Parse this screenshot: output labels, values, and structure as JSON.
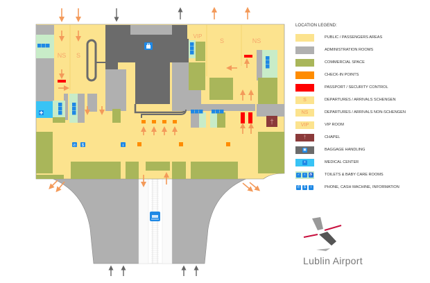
{
  "legend": {
    "title": "LOCATION LEGEND:",
    "items": [
      {
        "label": "PUBLIC / PASSENGERS AREAS",
        "color": "#fce38e",
        "mark": ""
      },
      {
        "label": "ADMINISTRATION ROOMS",
        "color": "#b0b0b0",
        "mark": ""
      },
      {
        "label": "COMMERCIAL SPACE",
        "color": "#a9b65a",
        "mark": ""
      },
      {
        "label": "CHECK-IN POINTS",
        "color": "#ff8c00",
        "mark": ""
      },
      {
        "label": "PASSPORT / SECURITY CONTROL",
        "color": "#ff0000",
        "mark": ""
      },
      {
        "label": "DEPARTURES / ARRIVALS SCHENGEN",
        "color": "#fce38e",
        "mark": "S"
      },
      {
        "label": "DEPARTURES / ARRIVALS NON-SCHENGEN",
        "color": "#fce38e",
        "mark": "NS"
      },
      {
        "label": "VIP ROOM",
        "color": "#fce38e",
        "mark": "VIP"
      },
      {
        "label": "CHAPEL",
        "color": "#8b3a3a",
        "mark": "†"
      },
      {
        "label": "BAGGAGE HANDLING",
        "color": "#6b6b6b",
        "mark": "bag"
      },
      {
        "label": "MEDICAL CENTER",
        "color": "#38c3f5",
        "mark": "+"
      },
      {
        "label": "TOILETS & BABY CARE ROOMS",
        "color": "#c8ecc8",
        "mark": "wc"
      },
      {
        "label": "PHONE, CASH MACHINE, INFORMATION",
        "color": "#ffffff",
        "mark": "info"
      }
    ]
  },
  "map": {
    "zone_labels": {
      "ns_left": "NS",
      "s_left": "S",
      "vip": "VIP",
      "s_right": "S",
      "ns_right": "NS"
    },
    "colors": {
      "public": "#fce38e",
      "admin": "#b0b0b0",
      "commercial": "#a9b65a",
      "checkin": "#ff8c00",
      "security": "#ff0000",
      "baggage": "#6b6b6b",
      "medical": "#38c3f5",
      "toilets": "#c8ecc8",
      "chapel": "#8b3a3a",
      "arrow": "#f39a5a",
      "arrow_grey": "#777777",
      "icon_blue": "#1e88e5"
    }
  },
  "logo": {
    "text": "Lublin Airport"
  }
}
